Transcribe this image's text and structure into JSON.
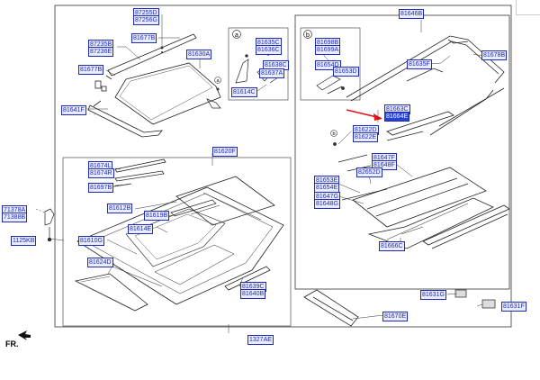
{
  "labels": {
    "p87255D": "87255D",
    "p87256G": "87256G",
    "p81677B_top": "81677B",
    "p87235B": "87235B",
    "p87236E": "87236E",
    "p81677B_left": "81677B",
    "p81630A": "81630A",
    "p81641F": "81641F",
    "p81635C": "81635C",
    "p81636C": "81636C",
    "p81638C": "81638C",
    "p81637A": "81637A",
    "p81614C": "81614C",
    "p81698B": "81698B",
    "p81699A": "81699A",
    "p81654D": "81654D",
    "p81653D_a": "81653D",
    "p81646B": "81646B",
    "p81635F": "81635F",
    "p81678B": "81678B",
    "p81663C": "81663C",
    "p81664E": "81664E",
    "p81622D": "81622D",
    "p81622E": "81622E",
    "p81647F": "81647F",
    "p81648F": "81648F",
    "p82652D": "82652D",
    "p81653E": "81653E",
    "p81654E": "81654E",
    "p81647G": "81647G",
    "p81648G": "81648G",
    "p81666C": "81666C",
    "p81631G": "81631G",
    "p81631F": "81631F",
    "p81670E": "81670E",
    "p81620F": "81620F",
    "p81674L": "81674L",
    "p81674R": "81674R",
    "p81697B": "81697B",
    "p81612B": "81612B",
    "p81619B": "81619B",
    "p81614E": "81614E",
    "p81610G": "81610G",
    "p81624D": "81624D",
    "p81639C": "81639C",
    "p81640B": "81640B",
    "p71378A": "71378A",
    "p71388B": "71388B",
    "p1125KB": "1125KB",
    "p1327AE": "1327AE"
  },
  "callouts": {
    "a": "a",
    "b": "b"
  },
  "orientation": "FR."
}
